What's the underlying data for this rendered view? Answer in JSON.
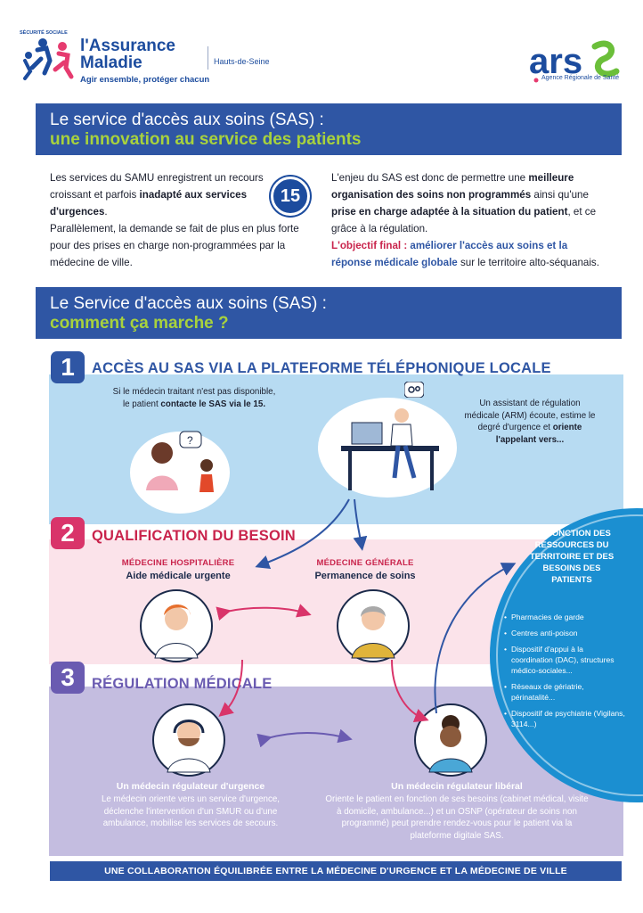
{
  "header": {
    "am_logo_label": "SÉCURITÉ SOCIALE",
    "am_title_1": "l'Assurance",
    "am_title_2": "Maladie",
    "am_tagline": "Agir ensemble, protéger chacun",
    "region": "Hauts-de-Seine",
    "ars_logo_text": "ars",
    "ars_subtitle": "Agence Régionale de Santé"
  },
  "section1": {
    "title_line1": "Le service d'accès aux soins (SAS) :",
    "title_line2": "une innovation au service des patients"
  },
  "intro_left": {
    "p1_a": "Les services du SAMU enregistrent un recours croissant et parfois ",
    "p1_b": "inadapté aux services d'urgences",
    "p1_c": ".",
    "p2": "Parallèlement, la demande se fait de plus en plus forte pour des prises en charge non-programmées par la médecine de ville.",
    "badge": "15"
  },
  "intro_right": {
    "p1_a": "L'enjeu du SAS est donc de permettre une ",
    "p1_b": "meilleure organisation des soins non programmés",
    "p1_c": " ainsi qu'une ",
    "p1_d": "prise en charge adaptée à la situation du patient",
    "p1_e": ", et ce grâce à la régulation.",
    "goal_label": "L'objectif final :",
    "goal_text": " améliorer l'accès aux soins et la réponse médicale globale",
    "goal_end": " sur le territoire alto-séquanais."
  },
  "section2": {
    "title_line1": "Le Service d'accès aux soins (SAS) :",
    "title_line2": "comment ça marche ?"
  },
  "step1": {
    "num": "1",
    "title": "ACCÈS AU SAS VIA LA PLATEFORME TÉLÉPHONIQUE LOCALE",
    "left_a": "Si le médecin traitant n'est pas disponible,",
    "left_b": "le patient ",
    "left_c": "contacte le SAS via le 15.",
    "right_a": "Un assistant de régulation médicale (ARM) écoute, estime le degré d'urgence et ",
    "right_b": "oriente l'appelant vers..."
  },
  "step2": {
    "num": "2",
    "title": "QUALIFICATION DU BESOIN",
    "hosp_label": "MÉDECINE HOSPITALIÈRE",
    "hosp_sub": "Aide médicale urgente",
    "gen_label": "MÉDECINE GÉNÉRALE",
    "gen_sub": "Permanence de soins"
  },
  "resources": {
    "title": "EN FONCTION DES RESSOURCES DU TERRITOIRE ET DES BESOINS DES PATIENTS",
    "items": [
      "Pharmacies de garde",
      "Centres anti-poison",
      "Dispositif d'appui à la coordination (DAC), structures médico-sociales...",
      "Réseaux de gériatrie, périnatalité...",
      "Dispositif de psychiatrie (Vigilans, 3114...)"
    ]
  },
  "step3": {
    "num": "3",
    "title": "RÉGULATION MÉDICALE",
    "left_title": "Un médecin régulateur d'urgence",
    "left_text": "Le médecin oriente vers un service d'urgence, déclenche l'intervention d'un SMUR ou d'une ambulance, mobilise les services de secours.",
    "right_title": "Un médecin régulateur libéral",
    "right_text": "Oriente le patient en fonction de ses besoins (cabinet médical, visite à domicile, ambulance...) et un OSNP (opérateur de soins non programmé) peut prendre rendez-vous pour le patient via la plateforme digitale SAS."
  },
  "footer": {
    "text": "UNE COLLABORATION ÉQUILIBRÉE ENTRE LA MÉDECINE D'URGENCE ET LA MÉDECINE DE VILLE"
  },
  "colors": {
    "primary_blue": "#2f56a4",
    "accent_green": "#a8d23d",
    "accent_red": "#c9244c",
    "band_blue": "#b7dbf2",
    "band_pink": "#fbe3ea",
    "band_purple": "#c4bde0",
    "resources_circle": "#1b8fd1"
  }
}
